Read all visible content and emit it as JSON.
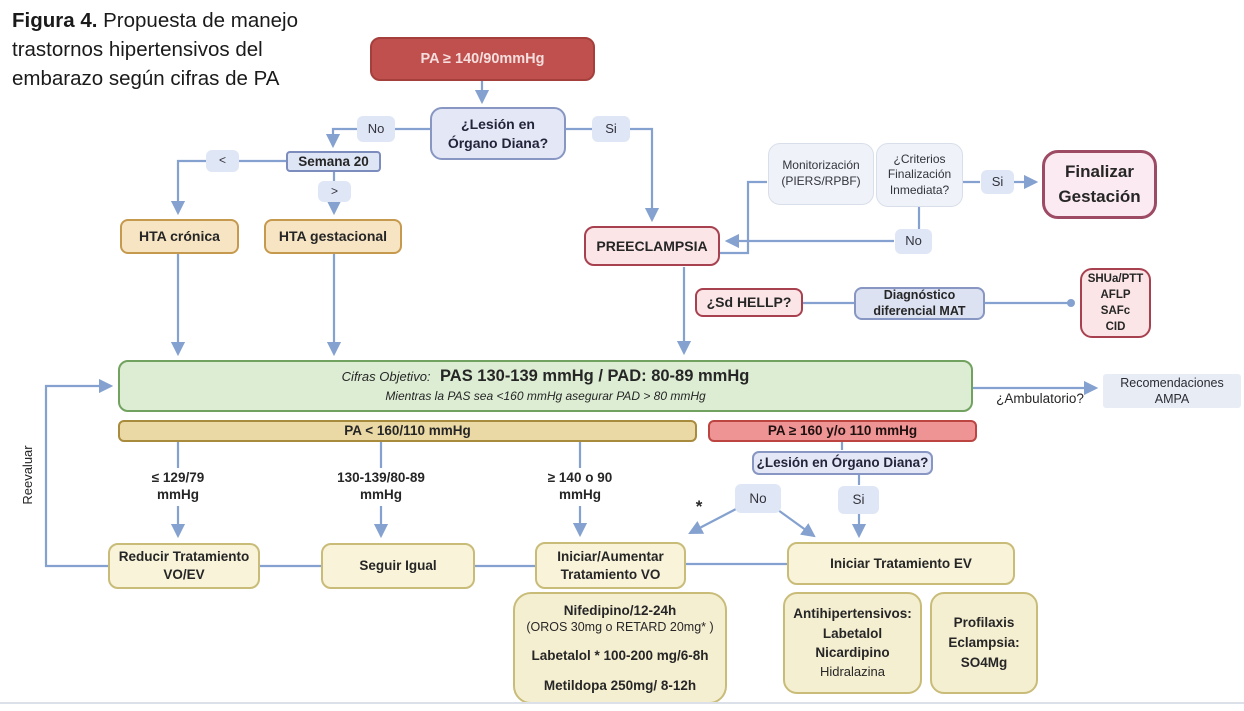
{
  "figure_title": {
    "label": "Figura 4.",
    "text": " Propuesta de manejo trastornos hipertensivos del embarazo según cifras de PA"
  },
  "flow": {
    "pa_trigger": "PA ≥ 140/90mmHg",
    "lesion_organo1": {
      "line1": "¿Lesión en",
      "line2": "Órgano Diana?"
    },
    "no1": "No",
    "si1": "Si",
    "semana20": "Semana 20",
    "lt": "<",
    "gt": ">",
    "hta_cronica": "HTA crónica",
    "hta_gestacional": "HTA gestacional",
    "monitorizacion": {
      "line1": "Monitorización",
      "line2": "(PIERS/RPBF)"
    },
    "criterios": {
      "line1": "¿Criterios",
      "line2": "Finalización",
      "line3": "Inmediata?"
    },
    "si2": "Si",
    "no2": "No",
    "finalizar": {
      "line1": "Finalizar",
      "line2": "Gestación"
    },
    "preeclampsia": "PREECLAMPSIA",
    "sd_hellp": "¿Sd HELLP?",
    "diagnostico": {
      "line1": "Diagnóstico",
      "line2": "diferencial MAT"
    },
    "mat_list": {
      "line1": "SHUa/PTT",
      "line2": "AFLP",
      "line3": "SAFc",
      "line4": "CID"
    },
    "objetivo": {
      "prefix": "Cifras Objetivo:",
      "main": "PAS 130-139 mmHg / PAD: 80-89 mmHg",
      "sub": "Mientras la PAS sea <160 mmHg asegurar PAD > 80 mmHg"
    },
    "ambulatorio": "¿Ambulatorio?",
    "ampa": {
      "line1": "Recomendaciones",
      "line2": "AMPA"
    },
    "pa_lt": "PA < 160/110 mmHg",
    "pa_ge": "PA ≥ 160 y/o 110 mmHg",
    "lesion_organo2": "¿Lesión en Órgano Diana?",
    "no3": "No",
    "si3": "Si",
    "range_low": {
      "line1": "≤ 129/79",
      "line2": "mmHg"
    },
    "range_mid": {
      "line1": "130-139/80-89",
      "line2": "mmHg"
    },
    "range_high": {
      "line1": "≥ 140 o 90",
      "line2": "mmHg"
    },
    "reducir": {
      "line1": "Reducir Tratamiento",
      "line2": "VO/EV"
    },
    "seguir": "Seguir Igual",
    "iniciar_vo": {
      "line1": "Iniciar/Aumentar",
      "line2": "Tratamiento VO"
    },
    "iniciar_ev": "Iniciar Tratamiento EV",
    "asterisk": "*",
    "nifedipino": {
      "line1": "Nifedipino/12-24h",
      "line2": "(OROS 30mg o RETARD 20mg* )",
      "line3": "Labetalol * 100-200 mg/6-8h",
      "line4": "Metildopa 250mg/ 8-12h"
    },
    "antihipertensivos": {
      "line1": "Antihipertensivos:",
      "line2": "Labetalol",
      "line3": "Nicardipino",
      "line4": "Hidralazina"
    },
    "profilaxis": {
      "line1": "Profilaxis",
      "line2": "Eclampsia:",
      "line3": "SO4Mg"
    },
    "reevaluar": "Reevaluar"
  },
  "colors": {
    "arrow": "#84A1CF",
    "red_box_fill": "#C0504D",
    "red_box_border": "#A53F3C",
    "salmon_fill": "#EE9494",
    "salmon_border": "#BC4542",
    "green_fill": "#DCEDD3",
    "green_border": "#71A25F",
    "tan_fill": "#F6E4C3",
    "tan_border": "#C69A4E",
    "gold_bar_fill": "#EBD9A5",
    "gold_bar_border": "#A98B3E",
    "lavender_fill": "#E4E8F6",
    "lavender_border": "#8796C2",
    "pink_fill": "#FBE5E7",
    "pink_border": "#A8414F",
    "cream_fill": "#F8F3D9",
    "cream_border": "#C9BC79"
  }
}
